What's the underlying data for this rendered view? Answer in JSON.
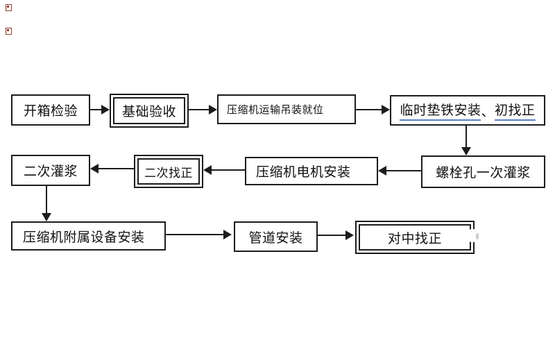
{
  "page": {
    "background": "#ffffff",
    "type": "flowchart"
  },
  "colors": {
    "line": "#1c1c1c",
    "box_border": "#1c1c1c",
    "text": "#111111",
    "underline": "#5b7fc7",
    "artifact_mark": "#8d3a2b"
  },
  "flow": {
    "boxes": [
      {
        "id": "unpacking-inspection",
        "label": "开箱检验",
        "border": "single"
      },
      {
        "id": "foundation-acceptance",
        "label": "基础验收",
        "border": "double"
      },
      {
        "id": "transport-hoist-positioning",
        "label": "压缩机运输吊装就位",
        "border": "single"
      },
      {
        "id": "temporary-shim-install",
        "label": "临时垫铁安装、初找正",
        "label_parts": [
          {
            "text": "临时垫铁安装",
            "underline": true
          },
          {
            "text": "、",
            "underline": false
          },
          {
            "text": "初找正",
            "underline": true
          }
        ],
        "border": "single"
      },
      {
        "id": "bolt-hole-first-grouting",
        "label": "螺栓孔一次灌浆",
        "border": "single"
      },
      {
        "id": "compressor-motor-install",
        "label": "压缩机电机安装",
        "border": "single"
      },
      {
        "id": "secondary-alignment",
        "label": "二次找正",
        "border": "double"
      },
      {
        "id": "secondary-grouting",
        "label": "二次灌浆",
        "border": "single"
      },
      {
        "id": "auxiliary-equipment-install",
        "label": "压缩机附属设备安装",
        "border": "single"
      },
      {
        "id": "piping-install",
        "label": "管道安装",
        "border": "single"
      },
      {
        "id": "centering-alignment",
        "label": "对中找正",
        "border": "double"
      }
    ],
    "edges": [
      {
        "from": "开箱检验",
        "to": "基础验收",
        "direction": "right"
      },
      {
        "from": "基础验收",
        "to": "压缩机运输吊装就位",
        "direction": "right"
      },
      {
        "from": "压缩机运输吊装就位",
        "to": "临时垫铁安装、初找正",
        "direction": "right"
      },
      {
        "from": "临时垫铁安装、初找正",
        "to": "螺栓孔一次灌浆",
        "direction": "down"
      },
      {
        "from": "螺栓孔一次灌浆",
        "to": "压缩机电机安装",
        "direction": "left"
      },
      {
        "from": "压缩机电机安装",
        "to": "二次找正",
        "direction": "left"
      },
      {
        "from": "二次找正",
        "to": "二次灌浆",
        "direction": "left"
      },
      {
        "from": "二次灌浆",
        "to": "压缩机附属设备安装",
        "direction": "down"
      },
      {
        "from": "压缩机附属设备安装",
        "to": "管道安装",
        "direction": "right"
      },
      {
        "from": "管道安装",
        "to": "对中找正",
        "direction": "right"
      }
    ]
  }
}
